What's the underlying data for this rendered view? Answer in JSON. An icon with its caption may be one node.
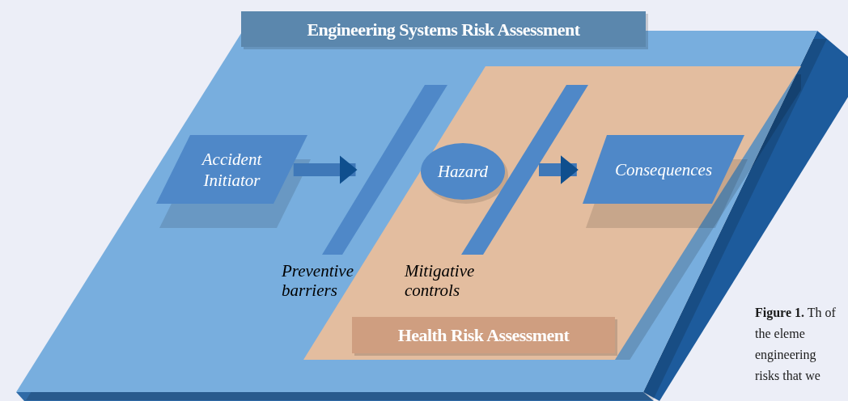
{
  "diagram": {
    "caption": "**Figure 1.** Th of the eleme engineering risks that we",
    "nodes": [
      {
        "text": [
          "Engineering Systems Risk Assessment"
        ]
      },
      {
        "text": [
          "Health Risk Assessment"
        ],
        "in": 0
      },
      {
        "text": [
          "Accident Initiator"
        ],
        "in": 0
      },
      {
        "text": [],
        "shape": "bar",
        "in": 0,
        "beside": [
          "Preventive barriers"
        ]
      },
      {
        "text": [
          "Hazard"
        ],
        "in": 1
      },
      {
        "text": [],
        "shape": "bar",
        "in": 1,
        "beside": [
          "Mitigative controls"
        ]
      },
      {
        "text": [
          "Consequences"
        ],
        "in": 1
      }
    ],
    "edges": [
      {
        "from": 2,
        "to": 3,
        "arrow": "to"
      },
      {
        "from": 5,
        "to": 6,
        "arrow": "to"
      }
    ]
  }
}
